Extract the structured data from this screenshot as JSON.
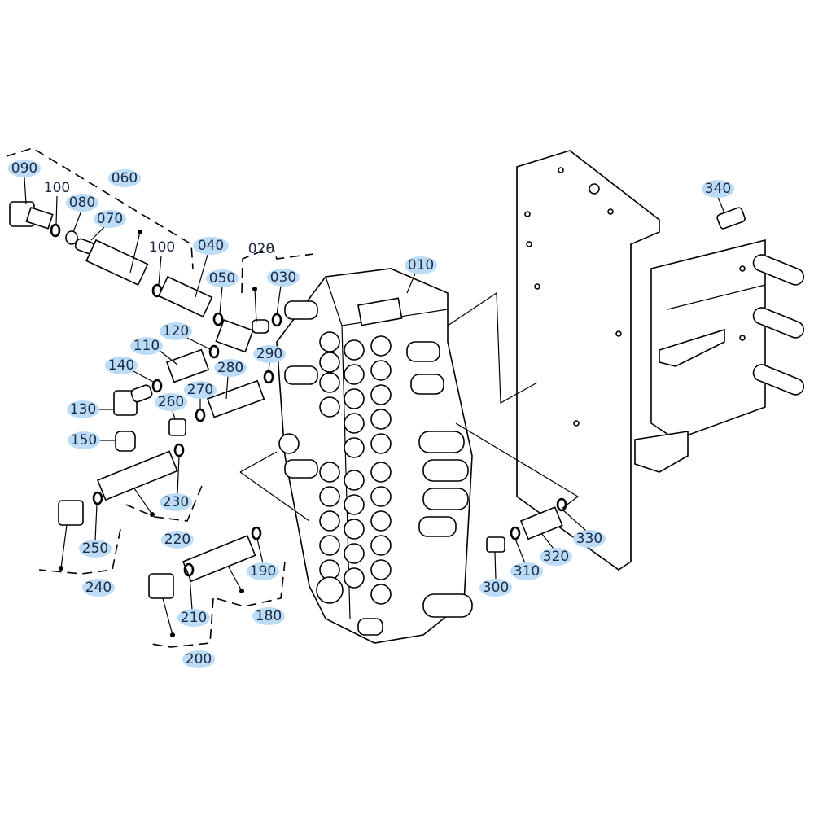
{
  "diagram": {
    "highlight_color": "#bcdcf6",
    "labels": [
      {
        "text": "090",
        "highlighted": true
      },
      {
        "text": "100",
        "highlighted": false
      },
      {
        "text": "060",
        "highlighted": true
      },
      {
        "text": "080",
        "highlighted": true
      },
      {
        "text": "070",
        "highlighted": true
      },
      {
        "text": "100",
        "highlighted": false
      },
      {
        "text": "040",
        "highlighted": true
      },
      {
        "text": "020",
        "highlighted": false
      },
      {
        "text": "050",
        "highlighted": true
      },
      {
        "text": "030",
        "highlighted": true
      },
      {
        "text": "010",
        "highlighted": true
      },
      {
        "text": "120",
        "highlighted": true
      },
      {
        "text": "110",
        "highlighted": true
      },
      {
        "text": "290",
        "highlighted": true
      },
      {
        "text": "140",
        "highlighted": true
      },
      {
        "text": "280",
        "highlighted": true
      },
      {
        "text": "270",
        "highlighted": true
      },
      {
        "text": "130",
        "highlighted": true
      },
      {
        "text": "260",
        "highlighted": true
      },
      {
        "text": "150",
        "highlighted": true
      },
      {
        "text": "230",
        "highlighted": true
      },
      {
        "text": "220",
        "highlighted": true
      },
      {
        "text": "250",
        "highlighted": true
      },
      {
        "text": "240",
        "highlighted": true
      },
      {
        "text": "190",
        "highlighted": true
      },
      {
        "text": "180",
        "highlighted": true
      },
      {
        "text": "210",
        "highlighted": true
      },
      {
        "text": "200",
        "highlighted": true
      },
      {
        "text": "300",
        "highlighted": true
      },
      {
        "text": "310",
        "highlighted": true
      },
      {
        "text": "320",
        "highlighted": true
      },
      {
        "text": "330",
        "highlighted": true
      },
      {
        "text": "340",
        "highlighted": true
      }
    ]
  }
}
